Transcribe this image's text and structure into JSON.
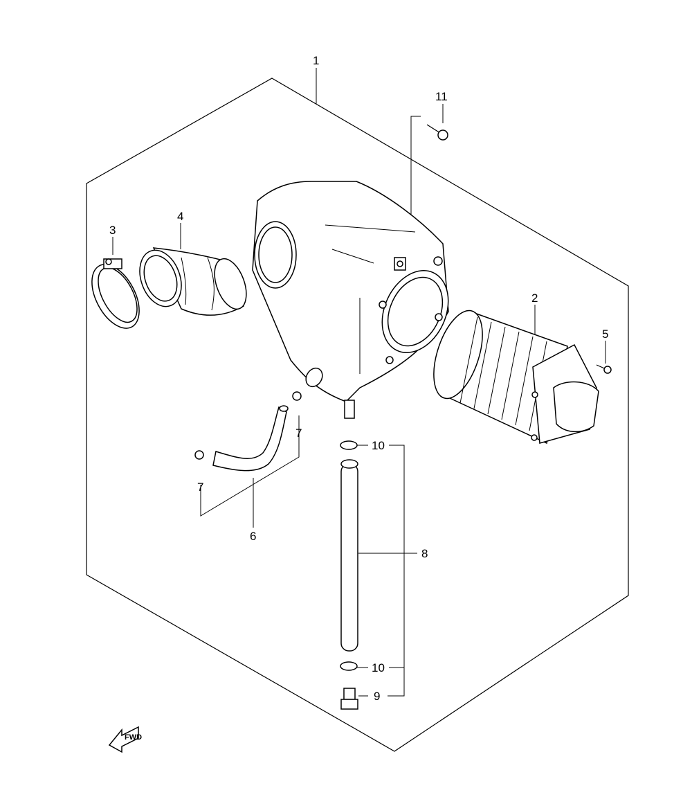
{
  "diagram": {
    "callouts": [
      {
        "id": "1",
        "text": "1"
      },
      {
        "id": "2",
        "text": "2"
      },
      {
        "id": "3",
        "text": "3"
      },
      {
        "id": "4",
        "text": "4"
      },
      {
        "id": "5",
        "text": "5"
      },
      {
        "id": "6",
        "text": "6"
      },
      {
        "id": "7a",
        "text": "7"
      },
      {
        "id": "7b",
        "text": "7"
      },
      {
        "id": "8",
        "text": "8"
      },
      {
        "id": "9",
        "text": "9"
      },
      {
        "id": "10a",
        "text": "10"
      },
      {
        "id": "10b",
        "text": "10"
      },
      {
        "id": "11",
        "text": "11"
      }
    ],
    "direction_label": "FWD"
  }
}
